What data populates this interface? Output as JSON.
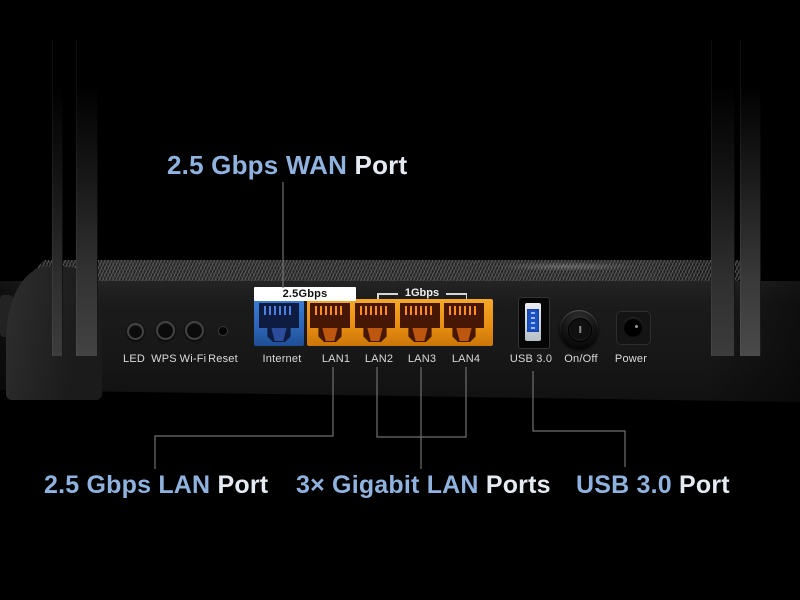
{
  "annotations": {
    "wan_port": {
      "highlight": "2.5 Gbps WAN",
      "rest": " Port"
    },
    "lan_2_5g_port": {
      "highlight": "2.5 Gbps LAN",
      "rest": " Port"
    },
    "gigabit_ports": {
      "highlight": "3× Gigabit LAN",
      "rest": " Ports"
    },
    "usb_port": {
      "highlight": "USB 3.0",
      "rest": " Port"
    }
  },
  "device": {
    "speed_labels": {
      "wan": "2.5Gbps",
      "lan": "1Gbps"
    },
    "port_labels": {
      "led": "LED",
      "wps": "WPS",
      "wifi": "Wi-Fi",
      "reset": "Reset",
      "internet": "Internet",
      "lan1": "LAN1",
      "lan2": "LAN2",
      "lan3": "LAN3",
      "lan4": "LAN4",
      "usb": "USB 3.0",
      "on_off": "On/Off",
      "power": "Power"
    }
  },
  "colors": {
    "background": "#000000",
    "annotation_highlight_blue": "#8FB2DE",
    "annotation_text_white": "#E6EBF3",
    "wan_port_blue": "#2E6FC6",
    "lan_port_orange": "#EE9414",
    "usb_insert_blue": "#1C52C2",
    "speed_strip_white": "#FFFFFF"
  }
}
